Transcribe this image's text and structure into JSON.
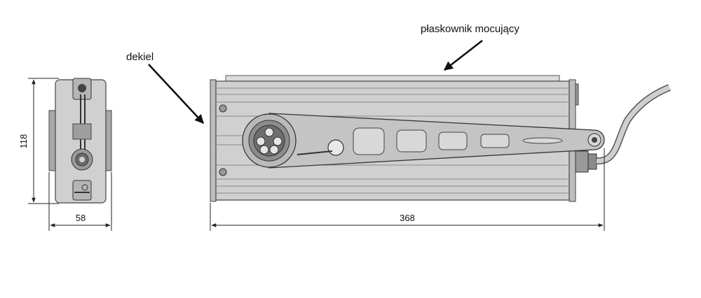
{
  "labels": {
    "cover": "dekiel",
    "bracket": "płaskownik mocujący"
  },
  "dimensions": {
    "height": "118",
    "depth": "58",
    "length": "368"
  },
  "colors": {
    "body": "#d0d0d0",
    "outline": "#444444",
    "line": "#222222"
  }
}
